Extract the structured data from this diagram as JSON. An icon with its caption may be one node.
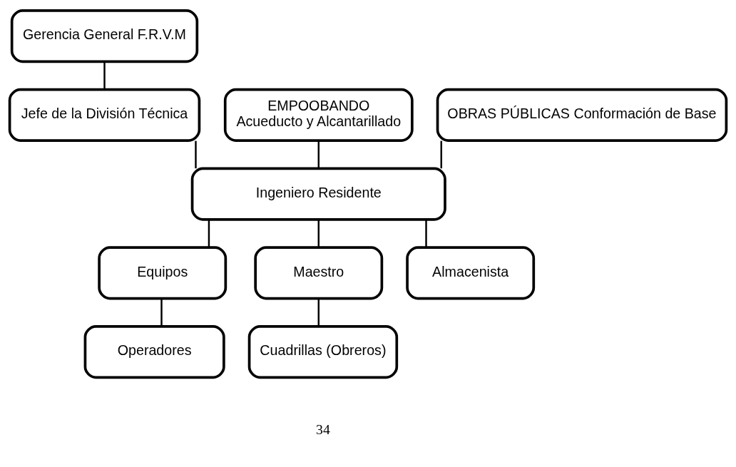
{
  "diagram": {
    "nodes": [
      {
        "text": [
          "Gerencia General F.R.V.M"
        ]
      },
      {
        "text": [
          "EMPOOBANDO",
          "Acueducto y Alcantarillado"
        ]
      },
      {
        "text": [
          "OBRAS PÚBLICAS Conformación de Base"
        ]
      },
      {
        "text": [
          "Jefe de la División Técnica"
        ]
      },
      {
        "text": [
          "Ingeniero Residente"
        ]
      },
      {
        "text": [
          "Equipos"
        ]
      },
      {
        "text": [
          "Maestro"
        ]
      },
      {
        "text": [
          "Almacenista"
        ]
      },
      {
        "text": [
          "Operadores"
        ]
      },
      {
        "text": [
          "Cuadrillas (Obreros)"
        ]
      }
    ],
    "edges": [
      {
        "from": 0,
        "to": 3,
        "arrow": "none"
      },
      {
        "from": 3,
        "to": 4,
        "arrow": "none"
      },
      {
        "from": 1,
        "to": 4,
        "arrow": "none"
      },
      {
        "from": 2,
        "to": 4,
        "arrow": "none"
      },
      {
        "from": 4,
        "to": 5,
        "arrow": "none"
      },
      {
        "from": 4,
        "to": 6,
        "arrow": "none"
      },
      {
        "from": 4,
        "to": 7,
        "arrow": "none"
      },
      {
        "from": 5,
        "to": 8,
        "arrow": "none"
      },
      {
        "from": 6,
        "to": 9,
        "arrow": "none"
      }
    ],
    "labels": [
      "34"
    ]
  }
}
